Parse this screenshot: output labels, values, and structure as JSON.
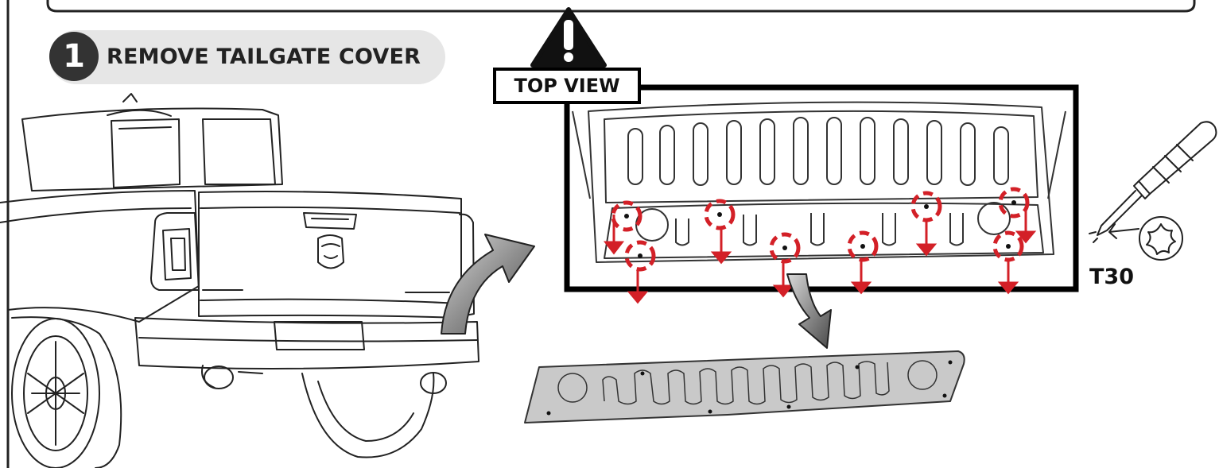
{
  "step": {
    "number": "1",
    "title": "REMOVE TAILGATE COVER"
  },
  "top_view": {
    "label": "TOP VIEW"
  },
  "tool": {
    "label": "T30",
    "icon": "torx-screwdriver-icon"
  },
  "warning": {
    "icon": "warning-triangle-icon"
  },
  "colors": {
    "accent_red": "#d32027",
    "line": "#222222",
    "panel_gray": "#c9c9c9",
    "pill_gray": "#e6e6e6",
    "arrow_gray": "#8a8a8a"
  }
}
